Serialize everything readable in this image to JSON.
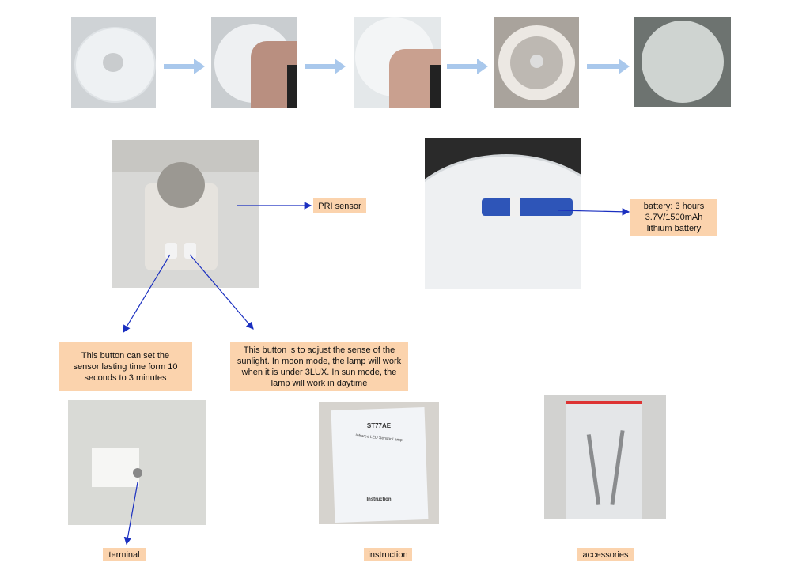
{
  "labels": {
    "pri_sensor": "PRI sensor",
    "battery": "battery: 3 hours 3.7V/1500mAh lithium battery",
    "button_time": "This button can set the sensor lasting time form 10 seconds to 3 minutes",
    "button_light": "This button is to adjust the sense of the sunlight. In moon mode, the lamp will work when it is under 3LUX. In sun mode, the lamp will work in daytime",
    "terminal": "terminal",
    "instruction": "instruction",
    "accessories": "accessories"
  },
  "instruction_sheet": {
    "model": "ST77AE",
    "subtitle": "Infrared LED Sensor Lamp",
    "footer": "Instruction"
  },
  "colors": {
    "label_bg": "#fbd3ad",
    "pointer_arrow": "#1a2fc0",
    "step_arrow": "#a9c8ec"
  }
}
